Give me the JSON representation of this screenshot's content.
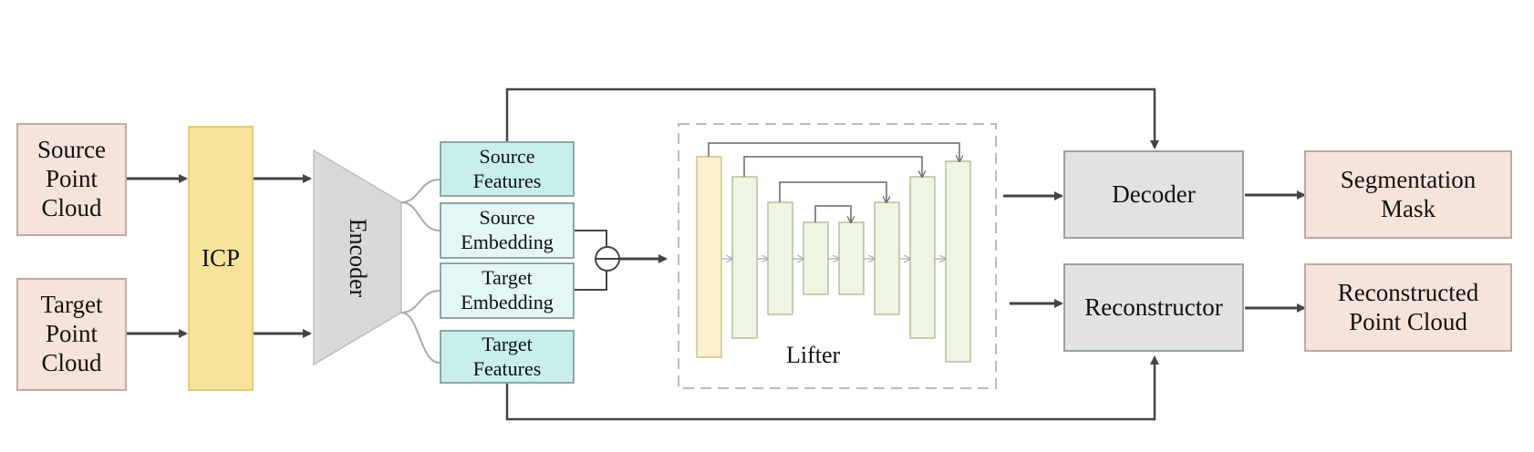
{
  "inputs": {
    "source_point_cloud": "Source\nPoint\nCloud",
    "target_point_cloud": "Target\nPoint\nCloud"
  },
  "icp": "ICP",
  "encoder": "Encoder",
  "features": {
    "source_features": "Source\nFeatures",
    "source_embedding": "Source\nEmbedding",
    "target_embedding": "Target\nEmbedding",
    "target_features": "Target\nFeatures"
  },
  "lifter": "Lifter",
  "decoder": "Decoder",
  "reconstructor": "Reconstructor",
  "outputs": {
    "segmentation_mask": "Segmentation\nMask",
    "reconstructed_point_cloud": "Reconstructed\nPoint Cloud"
  },
  "colors": {
    "input_fill": "#f8e3da",
    "icp_fill": "#f8e39a",
    "encoder_fill": "#d9d9d9",
    "feature_fill": "#c9efec",
    "embedding_fill": "#e4f6f5",
    "module_fill": "#e2e2e2",
    "lifter_block_fill": "#eef5e3",
    "lifter_first_block_fill": "#fbf1cf",
    "arrow": "#444444"
  }
}
